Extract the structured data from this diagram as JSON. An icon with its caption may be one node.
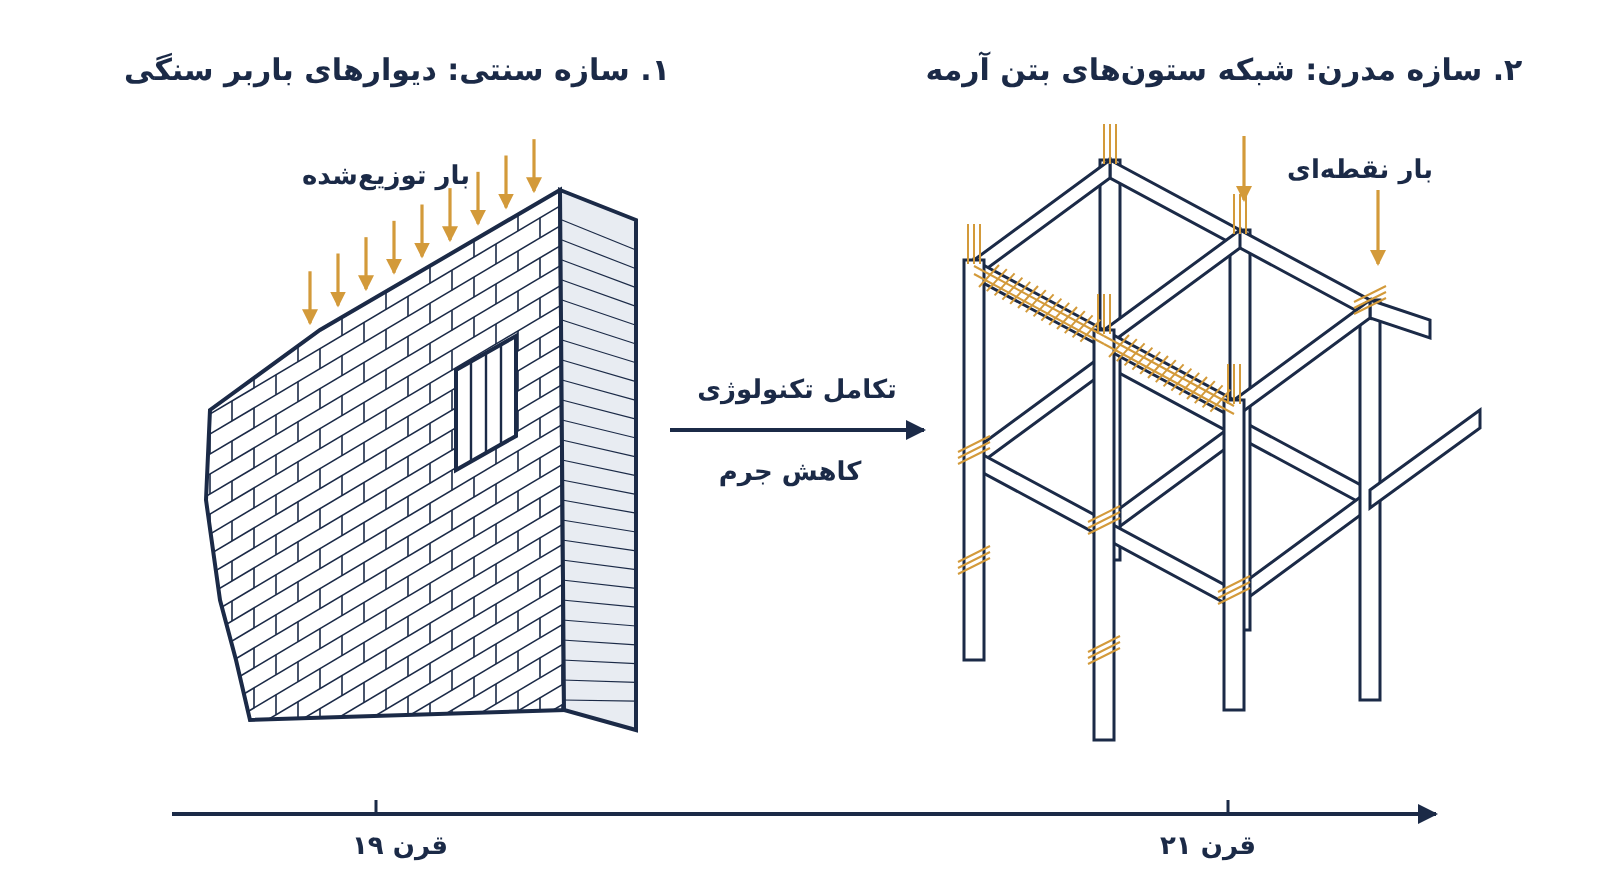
{
  "diagram": {
    "nodes": [
      {
        "text": [
          "۱. سازه سنتی: دیوارهای باربر سنگی"
        ]
      },
      {
        "text": [
          "۲. سازه مدرن: شبکه ستون‌های بتن آرمه"
        ]
      }
    ],
    "edges": [
      {
        "from": 0,
        "to": 1,
        "arrow": "to",
        "label": "تکامل تکنولوژی"
      }
    ],
    "labels": [
      "بار توزیع‌شده",
      "بار نقطه‌ای",
      "کاهش جرم",
      "قرن ۱۹",
      "قرن ۲۱"
    ]
  }
}
